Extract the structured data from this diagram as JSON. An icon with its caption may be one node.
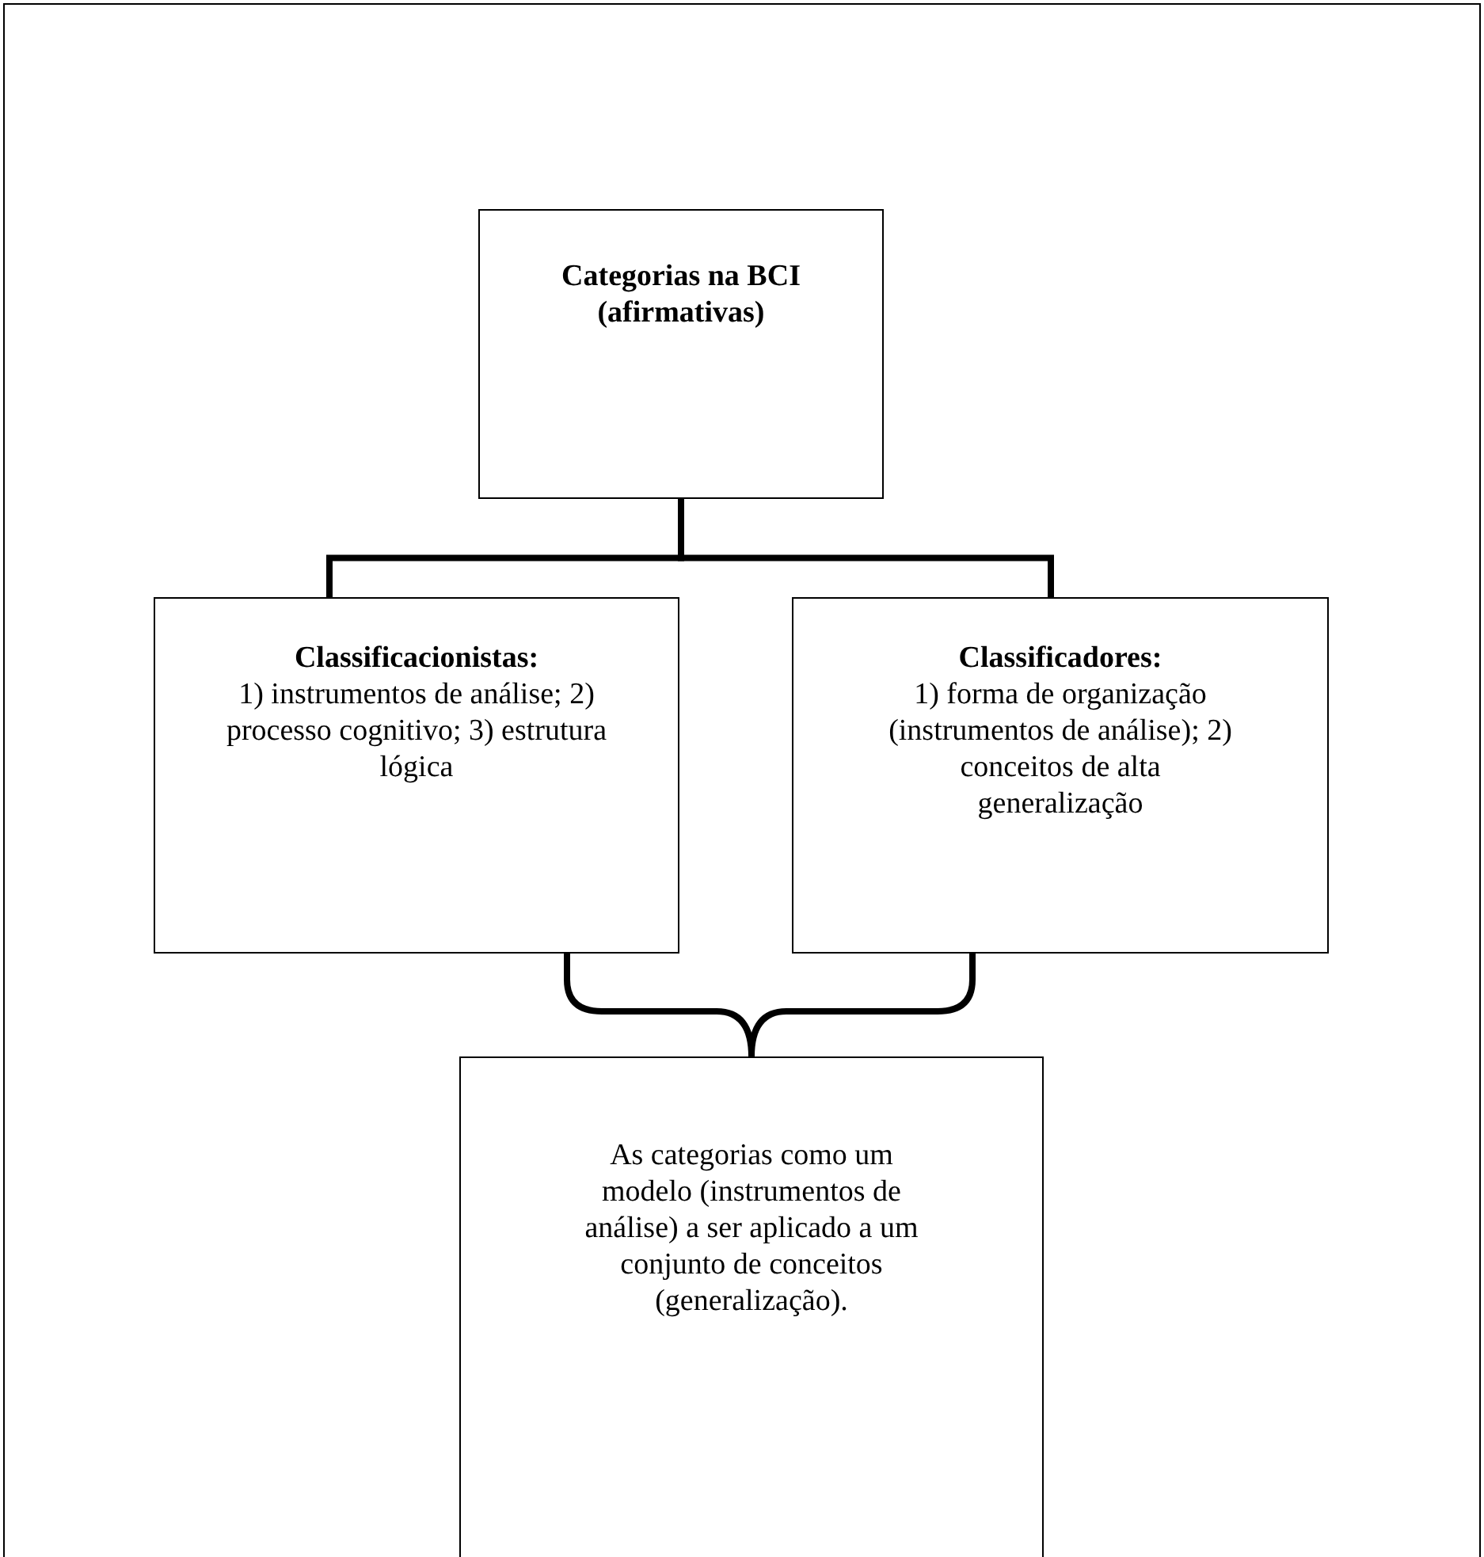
{
  "diagram": {
    "nodes": [
      {
        "text": [
          "Categorias na BCI (afirmativas)"
        ]
      },
      {
        "text": [
          "Classificacionistas:",
          "1) instrumentos de análise; 2) processo cognitivo; 3) estrutura lógica"
        ]
      },
      {
        "text": [
          "Classificadores:",
          "1) forma de organização (instrumentos de análise); 2) conceitos de alta generalização"
        ]
      },
      {
        "text": [
          "As categorias como um modelo (instrumentos de análise) a ser aplicado a um conjunto de conceitos (generalização)."
        ]
      }
    ],
    "edges": [
      {
        "from": 0,
        "to": 1,
        "arrow": "none"
      },
      {
        "from": 0,
        "to": 2,
        "arrow": "none"
      },
      {
        "from": 1,
        "to": 3,
        "arrow": "none"
      },
      {
        "from": 2,
        "to": 3,
        "arrow": "none"
      }
    ]
  }
}
